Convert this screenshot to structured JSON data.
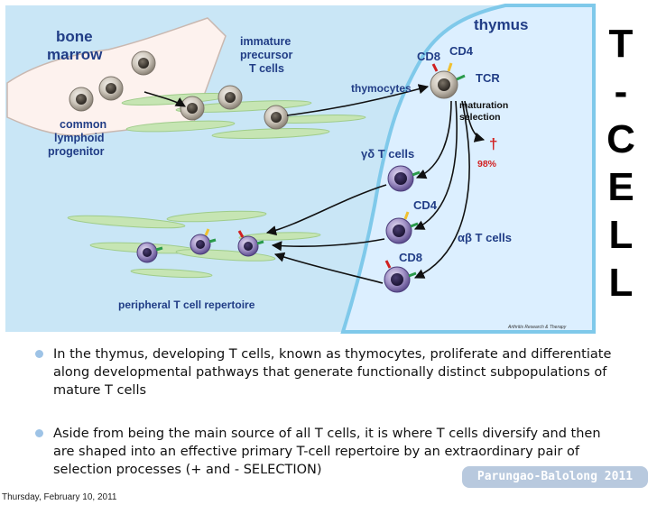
{
  "diagram": {
    "labels": {
      "bone_marrow_1": "bone",
      "bone_marrow_2": "marrow",
      "immature_1": "immature",
      "immature_2": "precursor",
      "immature_3": "T cells",
      "thymus": "thymus",
      "cd8_top": "CD8",
      "cd4_top": "CD4",
      "tcr": "TCR",
      "thymocytes": "thymocytes",
      "maturation": "maturation",
      "selection": "selection",
      "dagger": "†",
      "percent": "98%",
      "common_1": "common",
      "common_2": "lymphoid",
      "common_3": "progenitor",
      "gd_cells": "γδ T cells",
      "cd4_mid": "CD4",
      "ab_cells": "αβ T cells",
      "cd8_bottom": "CD8",
      "peripheral": "peripheral T cell repertoire",
      "source": "Arthritis Research & Therapy"
    }
  },
  "title_letters": [
    "T",
    "-",
    "C",
    "E",
    "L",
    "L"
  ],
  "bullets": [
    {
      "lines": [
        "In the thymus, developing T cells, known as thymocytes, proliferate and differentiate",
        "along developmental pathways that generate functionally distinct subpopulations of",
        "mature T cells"
      ]
    },
    {
      "lines": [
        "Aside from being the main source of all T cells, it is where T cells diversify and then",
        "are shaped into an effective primary T-cell repertoire by an extraordinary pair of",
        "selection processes (+ and - SELECTION)"
      ]
    }
  ],
  "credit": "Parungao-Balolong 2011",
  "footer": "Thursday, February 10, 2011",
  "colors": {
    "panel": "#c9e6f6",
    "thymus": "#dcefff",
    "label_blue": "#213d86",
    "dagger_red": "#d22222",
    "arrow": "#111111"
  }
}
